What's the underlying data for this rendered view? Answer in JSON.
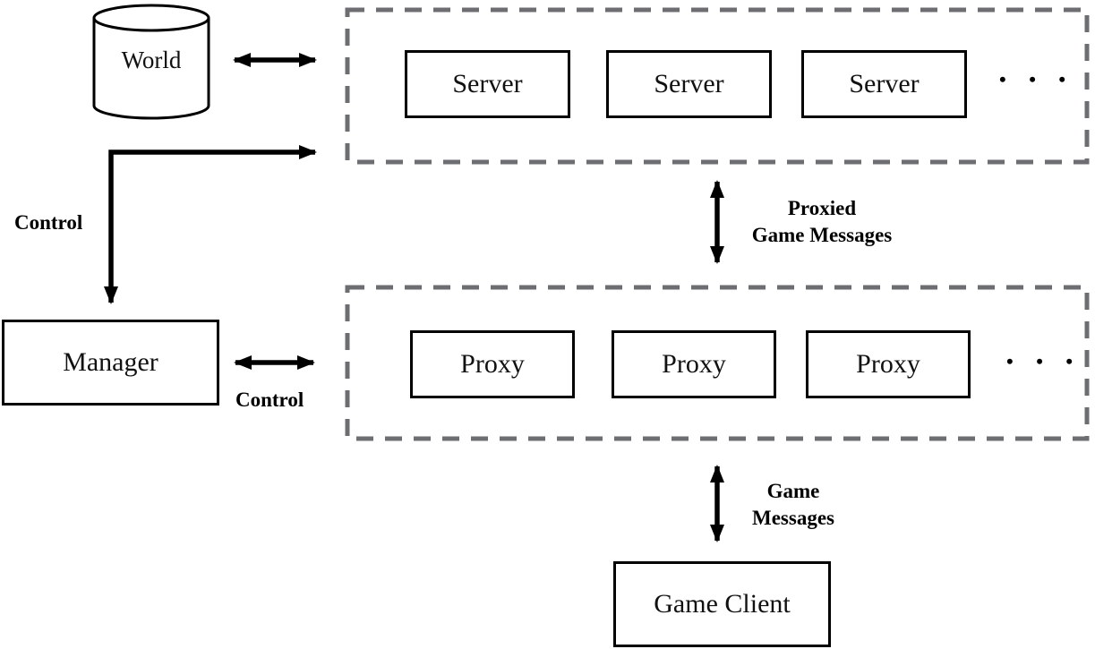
{
  "diagram": {
    "world": {
      "label": "World"
    },
    "manager": {
      "label": "Manager"
    },
    "game_client": {
      "label": "Game Client"
    },
    "servers": {
      "boxes": [
        "Server",
        "Server",
        "Server"
      ],
      "ellipsis": "• • •"
    },
    "proxies": {
      "boxes": [
        "Proxy",
        "Proxy",
        "Proxy"
      ],
      "ellipsis": "• • •"
    },
    "edges": {
      "control_top_label": "Control",
      "control_side_label": "Control",
      "proxied_messages_line1": "Proxied",
      "proxied_messages_line2": "Game Messages",
      "game_messages_line1": "Game",
      "game_messages_line2": "Messages"
    },
    "colors": {
      "line": "#000000",
      "group_border": "#6d6e71",
      "background": "#ffffff"
    }
  }
}
